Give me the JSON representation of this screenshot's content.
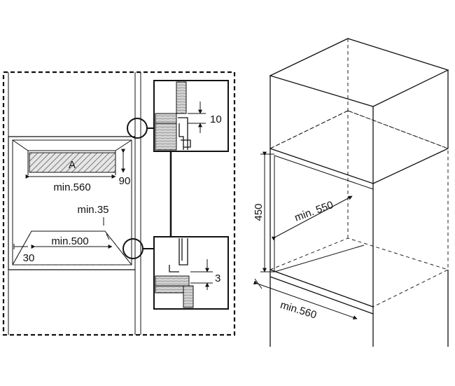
{
  "labels": {
    "zone_a": "A",
    "left_width": "min.560",
    "left_depth": "min.500",
    "gap_35": "min.35",
    "front_30": "30",
    "height_90": "90",
    "detail_top_gap": "10",
    "detail_bottom_gap": "3",
    "right_height": "450",
    "right_depth": "min. 550",
    "right_width": "min.560"
  },
  "colors": {
    "line": "#111111",
    "hatch": "#9a9a9a",
    "wood": "#c8c8c8"
  }
}
